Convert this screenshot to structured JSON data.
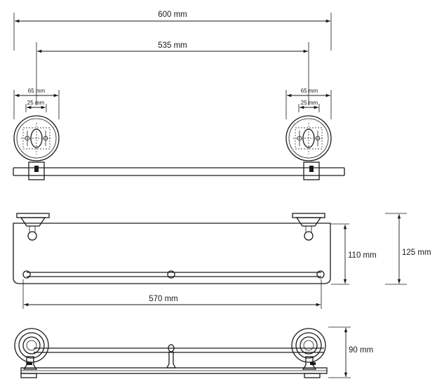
{
  "dimensions": {
    "overall_width": "600 mm",
    "mount_spacing": "535 mm",
    "bracket_outer_left": "65 mm",
    "bracket_inner_left": "25 mm",
    "bracket_outer_right": "65 mm",
    "bracket_inner_right": "25 mm",
    "shelf_depth": "110 mm",
    "overall_depth": "125 mm",
    "glass_length": "570 mm",
    "height": "90 mm"
  }
}
